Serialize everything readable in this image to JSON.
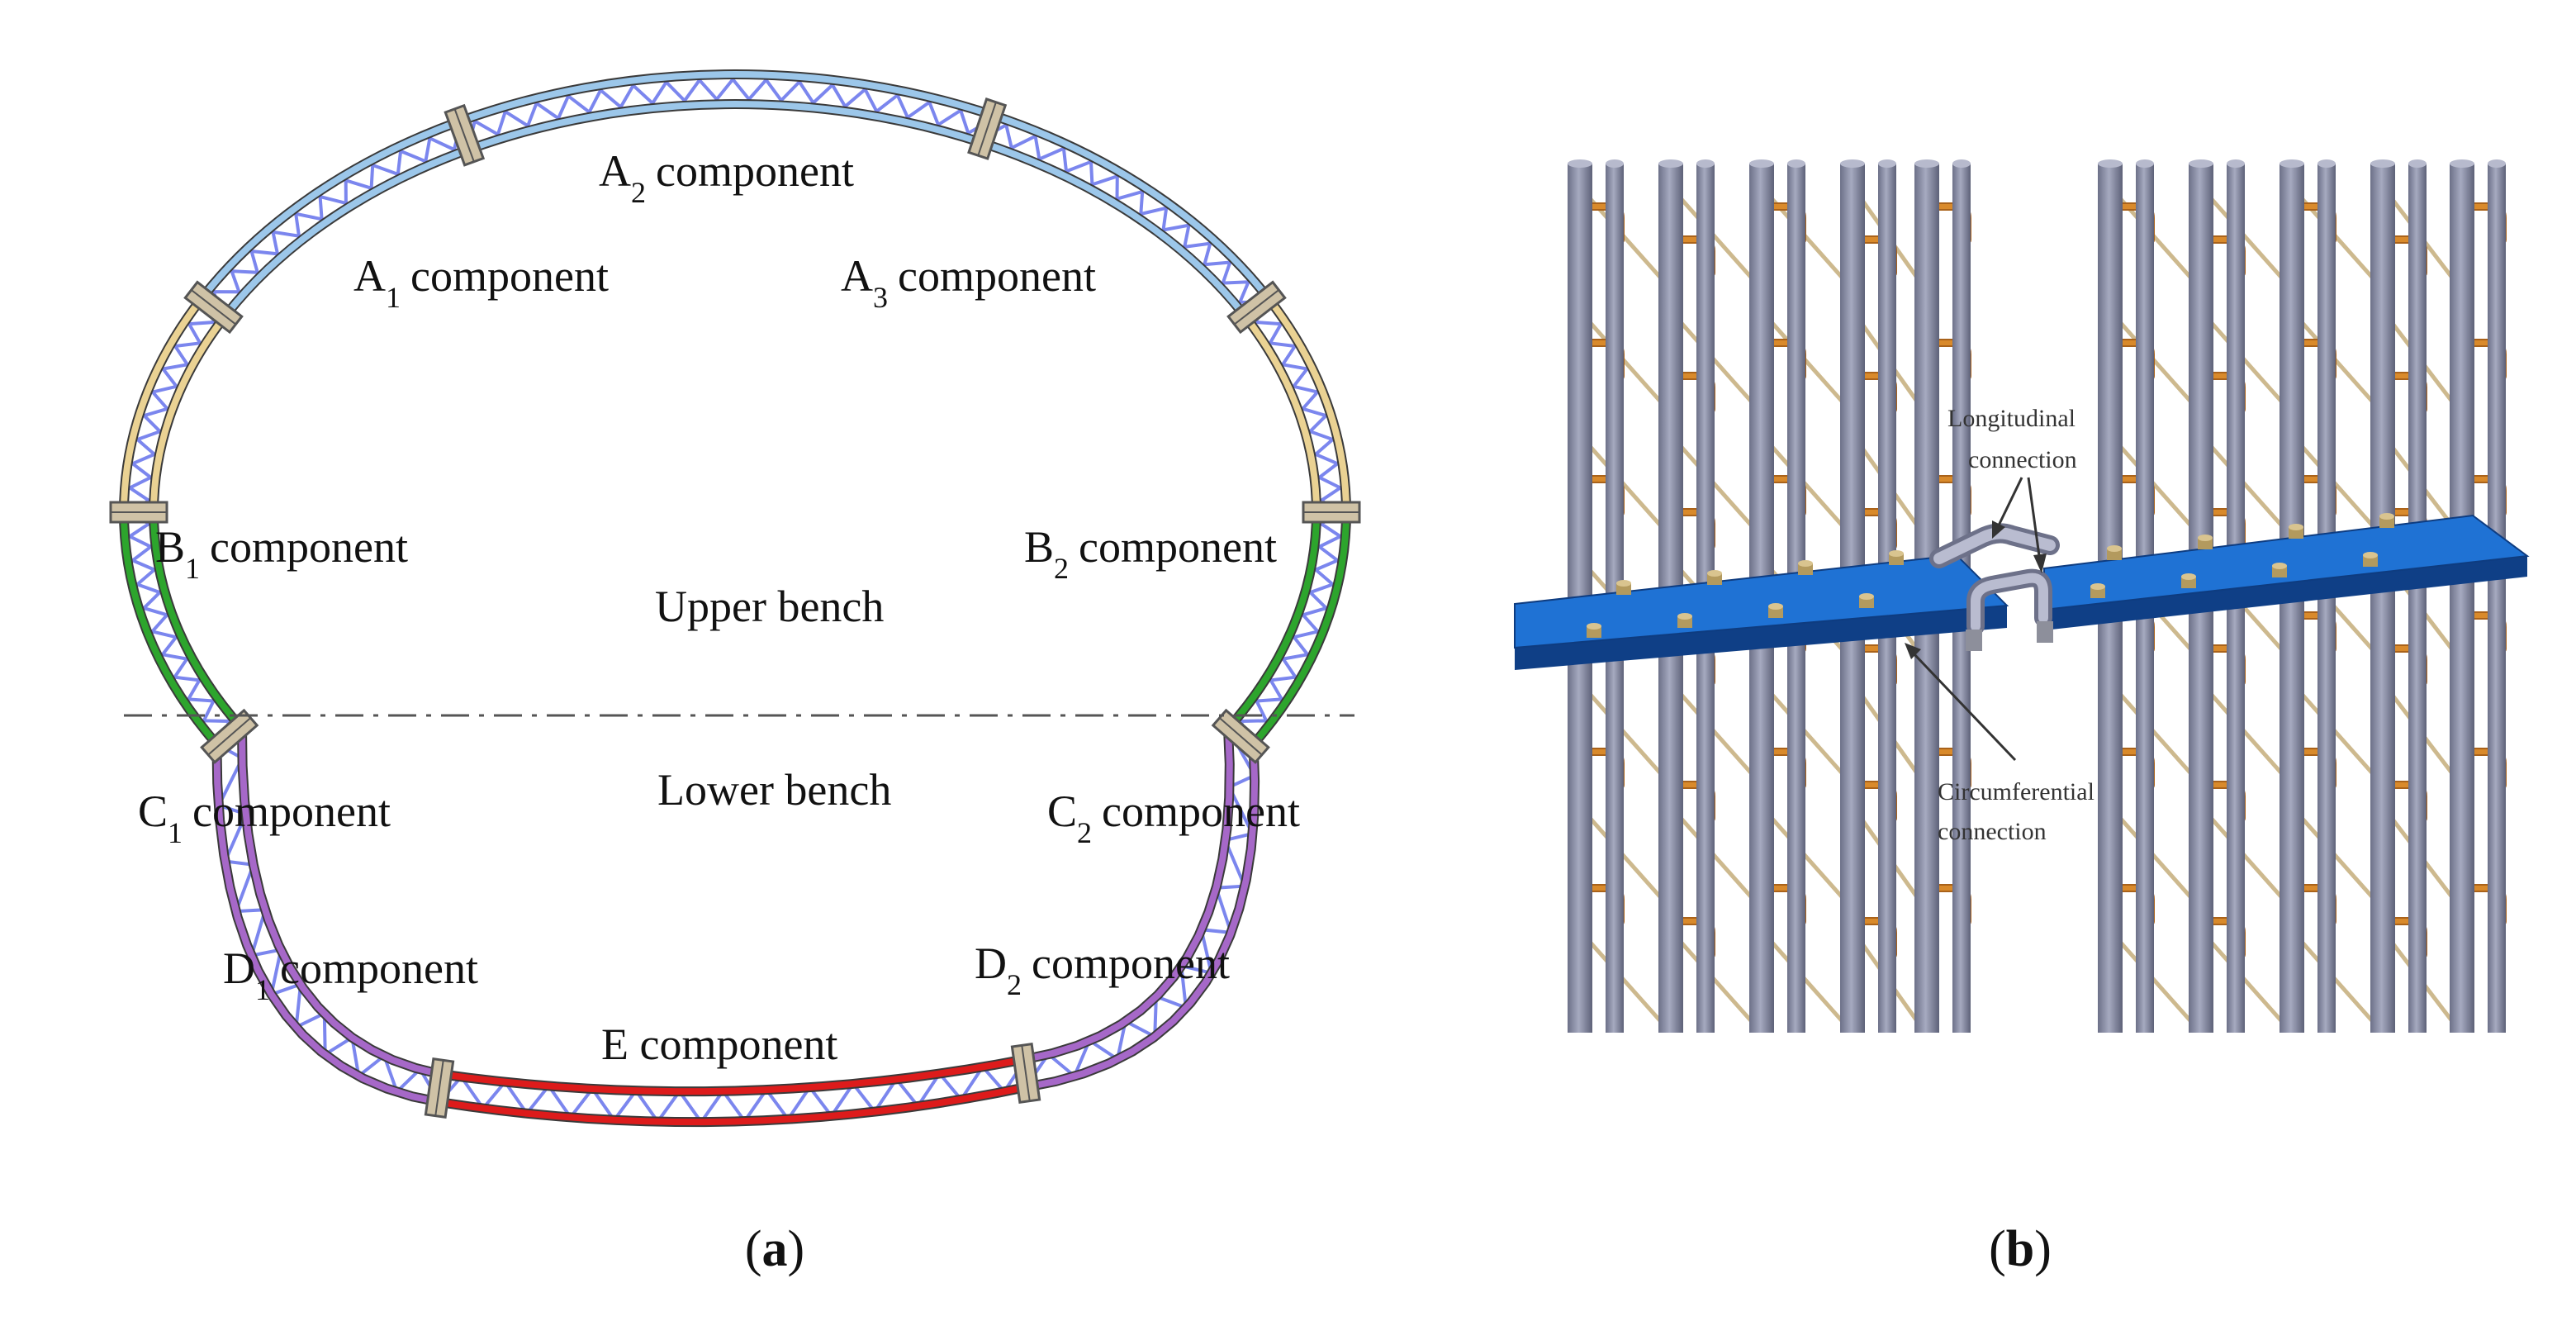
{
  "panel_a": {
    "segments": [
      {
        "id": "A1",
        "letter": "A",
        "sub": "1",
        "word": "component",
        "color": "#9cc7ea"
      },
      {
        "id": "A2",
        "letter": "A",
        "sub": "2",
        "word": "component",
        "color": "#9cc7ea"
      },
      {
        "id": "A3",
        "letter": "A",
        "sub": "3",
        "word": "component",
        "color": "#9cc7ea"
      },
      {
        "id": "B1",
        "letter": "B",
        "sub": "1",
        "word": "component",
        "color": "#ead293"
      },
      {
        "id": "B2",
        "letter": "B",
        "sub": "2",
        "word": "component",
        "color": "#ead293"
      },
      {
        "id": "C1",
        "letter": "C",
        "sub": "1",
        "word": "component",
        "color": "#2da52d"
      },
      {
        "id": "C2",
        "letter": "C",
        "sub": "2",
        "word": "component",
        "color": "#2da52d"
      },
      {
        "id": "D1",
        "letter": "D",
        "sub": "1",
        "word": "component",
        "color": "#a668c8"
      },
      {
        "id": "D2",
        "letter": "D",
        "sub": "2",
        "word": "component",
        "color": "#a668c8"
      },
      {
        "id": "E",
        "text": "E component",
        "color": "#dd1b1b"
      }
    ],
    "upper_bench": "Upper bench",
    "lower_bench": "Lower bench",
    "truss_color": "#7b86ee",
    "joint_color": "#cfc2a6",
    "caption": {
      "open": "(",
      "letter": "a",
      "close": ")"
    }
  },
  "panel_b": {
    "longitudinal": [
      "Longitudinal",
      "connection"
    ],
    "circumferential": [
      "Circumferential",
      "connection"
    ],
    "plate_color": "#1e6fd0",
    "bar_color": "#8a8fa8",
    "hook_color": "#d98a2b",
    "caption": {
      "open": "(",
      "letter": "b",
      "close": ")"
    }
  }
}
